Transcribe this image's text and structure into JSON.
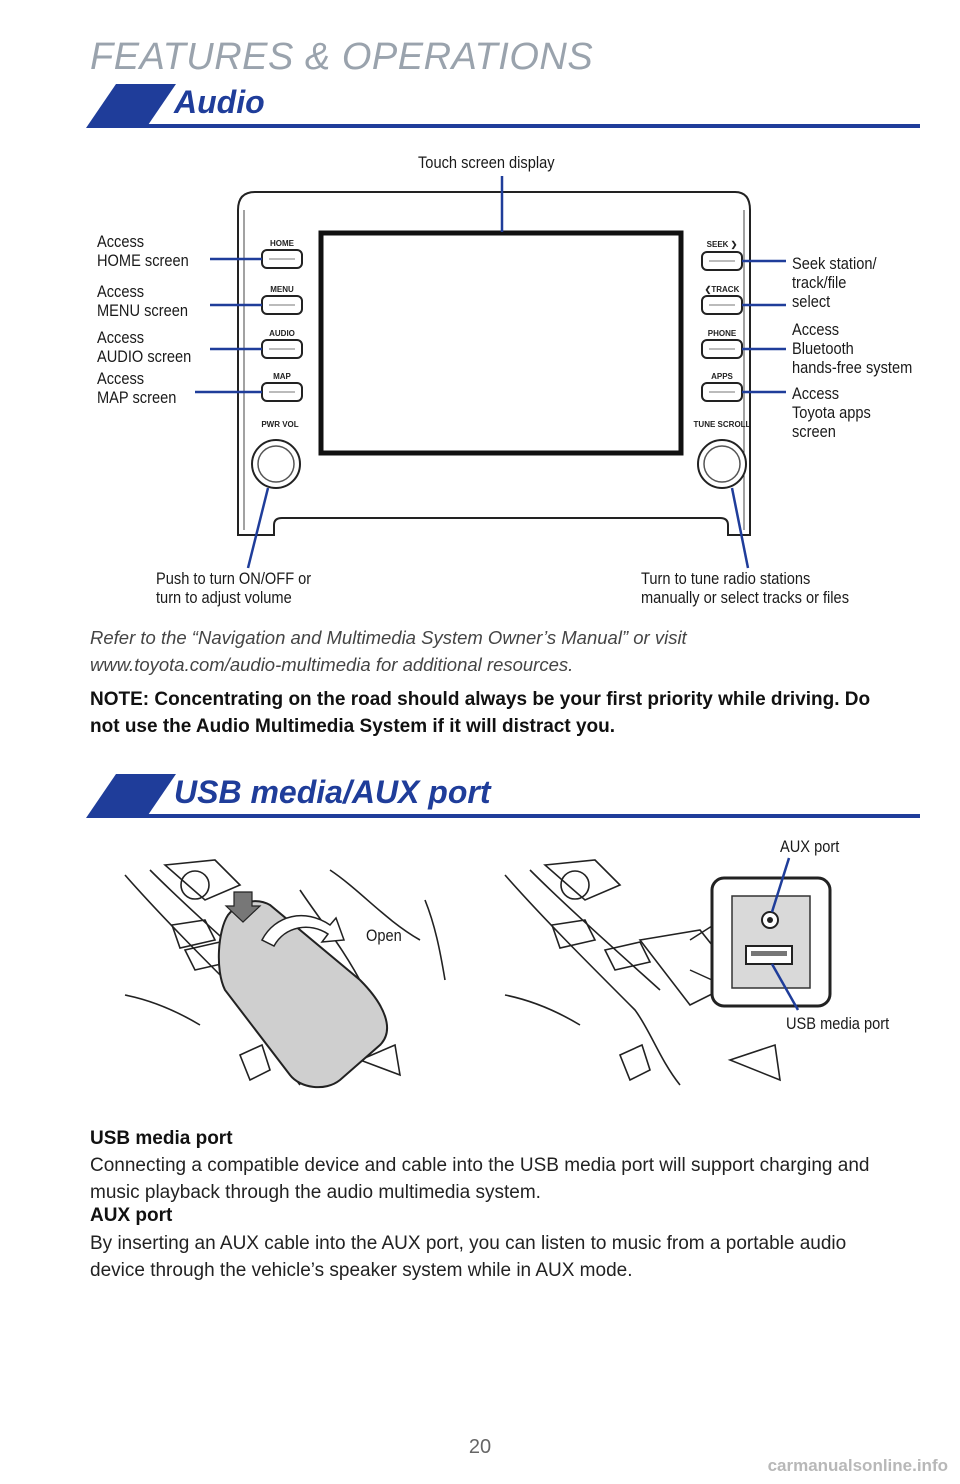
{
  "header": {
    "section_title": "FEATURES & OPERATIONS"
  },
  "audio": {
    "title": "Audio",
    "callouts": {
      "touch_screen": "Touch screen display",
      "home": "Access\nHOME screen",
      "menu": "Access\nMENU screen",
      "audio": "Access\nAUDIO screen",
      "map": "Access\nMAP screen",
      "seek": "Seek station/\ntrack/file\nselect",
      "phone": "Access\nBluetooth\nhands-free system",
      "apps": "Access\nToyota apps\nscreen",
      "power": "Push to turn ON/OFF or\nturn to adjust volume",
      "tune": "Turn to tune radio stations\nmanually or select tracks or files"
    },
    "head_unit_buttons": {
      "home": "HOME",
      "menu": "MENU",
      "audio": "AUDIO",
      "map": "MAP",
      "pwr_vol": "PWR  VOL",
      "seek": "SEEK ❯",
      "track": "❮TRACK",
      "phone": "PHONE",
      "apps": "APPS",
      "tune_scroll": "TUNE  SCROLL"
    },
    "reference_text": "Refer to the “Navigation and Multimedia System Owner’s Manual” or visit www.toyota.com/audio-multimedia for additional resources.",
    "note_text": "NOTE: Concentrating on the road should always be your first priority while driving. Do not use the Audio Multimedia System if it will distract you."
  },
  "usb": {
    "title": "USB media/AUX port",
    "labels": {
      "open": "Open",
      "aux_port": "AUX port",
      "usb_port": "USB media port"
    },
    "usb_heading": "USB media port",
    "usb_text": "Connecting a compatible device and cable into the USB media port will support charging and music playback through the audio multimedia system.",
    "aux_heading": "AUX port",
    "aux_text": "By inserting an AUX cable into the AUX port, you can listen to music from a portable audio device through the vehicle’s speaker system while in AUX mode."
  },
  "footer": {
    "page_number": "20",
    "watermark": "carmanualsonline.info"
  },
  "colors": {
    "accent": "#1f3d9a",
    "header_gray": "#9aa3ad"
  }
}
